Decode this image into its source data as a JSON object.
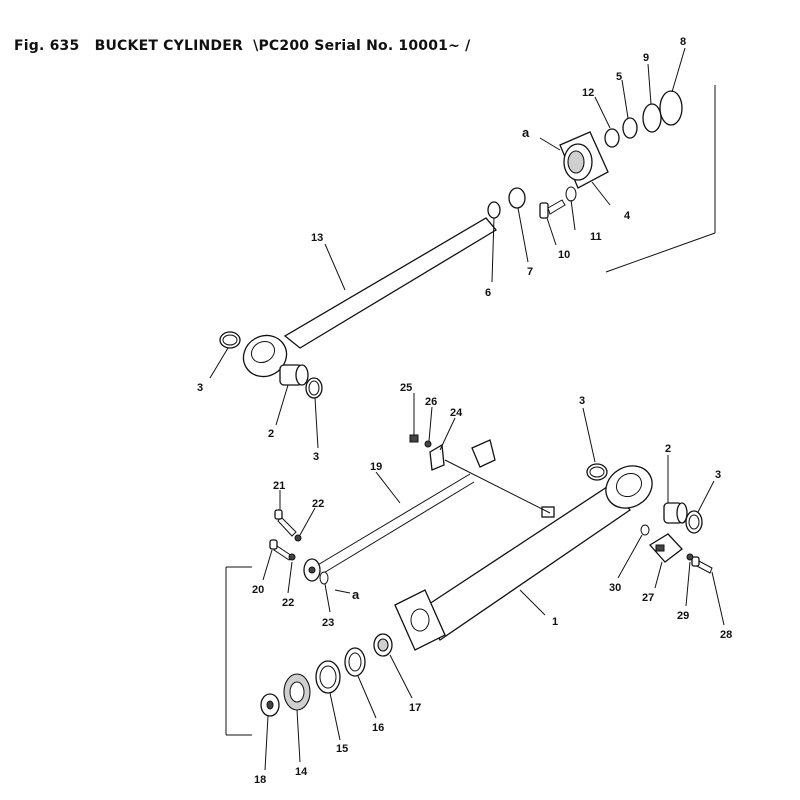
{
  "figure": {
    "title": "Fig. 635   BUCKET CYLINDER  \\PC200 Serial No. 10001~ /"
  },
  "callouts": [
    {
      "id": "c1",
      "text": "1"
    },
    {
      "id": "c2a",
      "text": "2"
    },
    {
      "id": "c2b",
      "text": "2"
    },
    {
      "id": "c3a",
      "text": "3"
    },
    {
      "id": "c3b",
      "text": "3"
    },
    {
      "id": "c3c",
      "text": "3"
    },
    {
      "id": "c3d",
      "text": "3"
    },
    {
      "id": "c4",
      "text": "4"
    },
    {
      "id": "c5",
      "text": "5"
    },
    {
      "id": "c6",
      "text": "6"
    },
    {
      "id": "c7",
      "text": "7"
    },
    {
      "id": "c8",
      "text": "8"
    },
    {
      "id": "c9",
      "text": "9"
    },
    {
      "id": "c10",
      "text": "10"
    },
    {
      "id": "c11",
      "text": "11"
    },
    {
      "id": "c12",
      "text": "12"
    },
    {
      "id": "c13",
      "text": "13"
    },
    {
      "id": "c14",
      "text": "14"
    },
    {
      "id": "c15",
      "text": "15"
    },
    {
      "id": "c16",
      "text": "16"
    },
    {
      "id": "c17",
      "text": "17"
    },
    {
      "id": "c18",
      "text": "18"
    },
    {
      "id": "c19",
      "text": "19"
    },
    {
      "id": "c20",
      "text": "20"
    },
    {
      "id": "c21",
      "text": "21"
    },
    {
      "id": "c22a",
      "text": "22"
    },
    {
      "id": "c22b",
      "text": "22"
    },
    {
      "id": "c23",
      "text": "23"
    },
    {
      "id": "c24",
      "text": "24"
    },
    {
      "id": "c25",
      "text": "25"
    },
    {
      "id": "c26",
      "text": "26"
    },
    {
      "id": "c27",
      "text": "27"
    },
    {
      "id": "c28",
      "text": "28"
    },
    {
      "id": "c29",
      "text": "29"
    },
    {
      "id": "c30",
      "text": "30"
    },
    {
      "id": "ca1",
      "text": "a"
    },
    {
      "id": "ca2",
      "text": "a"
    }
  ]
}
